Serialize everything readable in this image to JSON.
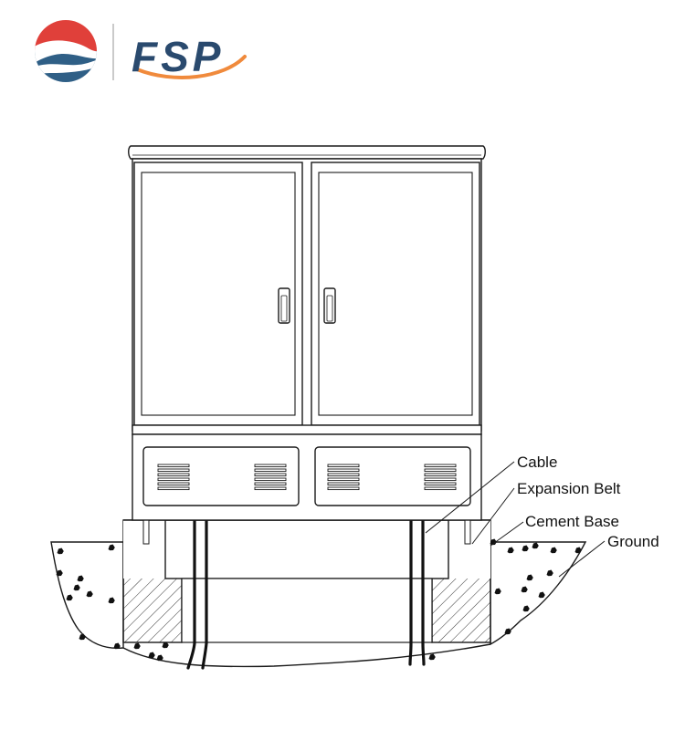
{
  "logo": {
    "brand_text": "FSP",
    "colors": {
      "red": "#e0403a",
      "blue": "#2f5f86",
      "orange": "#f08a3c",
      "navy": "#2a4a6e"
    }
  },
  "diagram": {
    "labels": {
      "cable": "Cable",
      "expansion_belt": "Expansion Belt",
      "cement_base": "Cement Base",
      "ground": "Ground"
    },
    "line_color": "#1a1a1a"
  }
}
